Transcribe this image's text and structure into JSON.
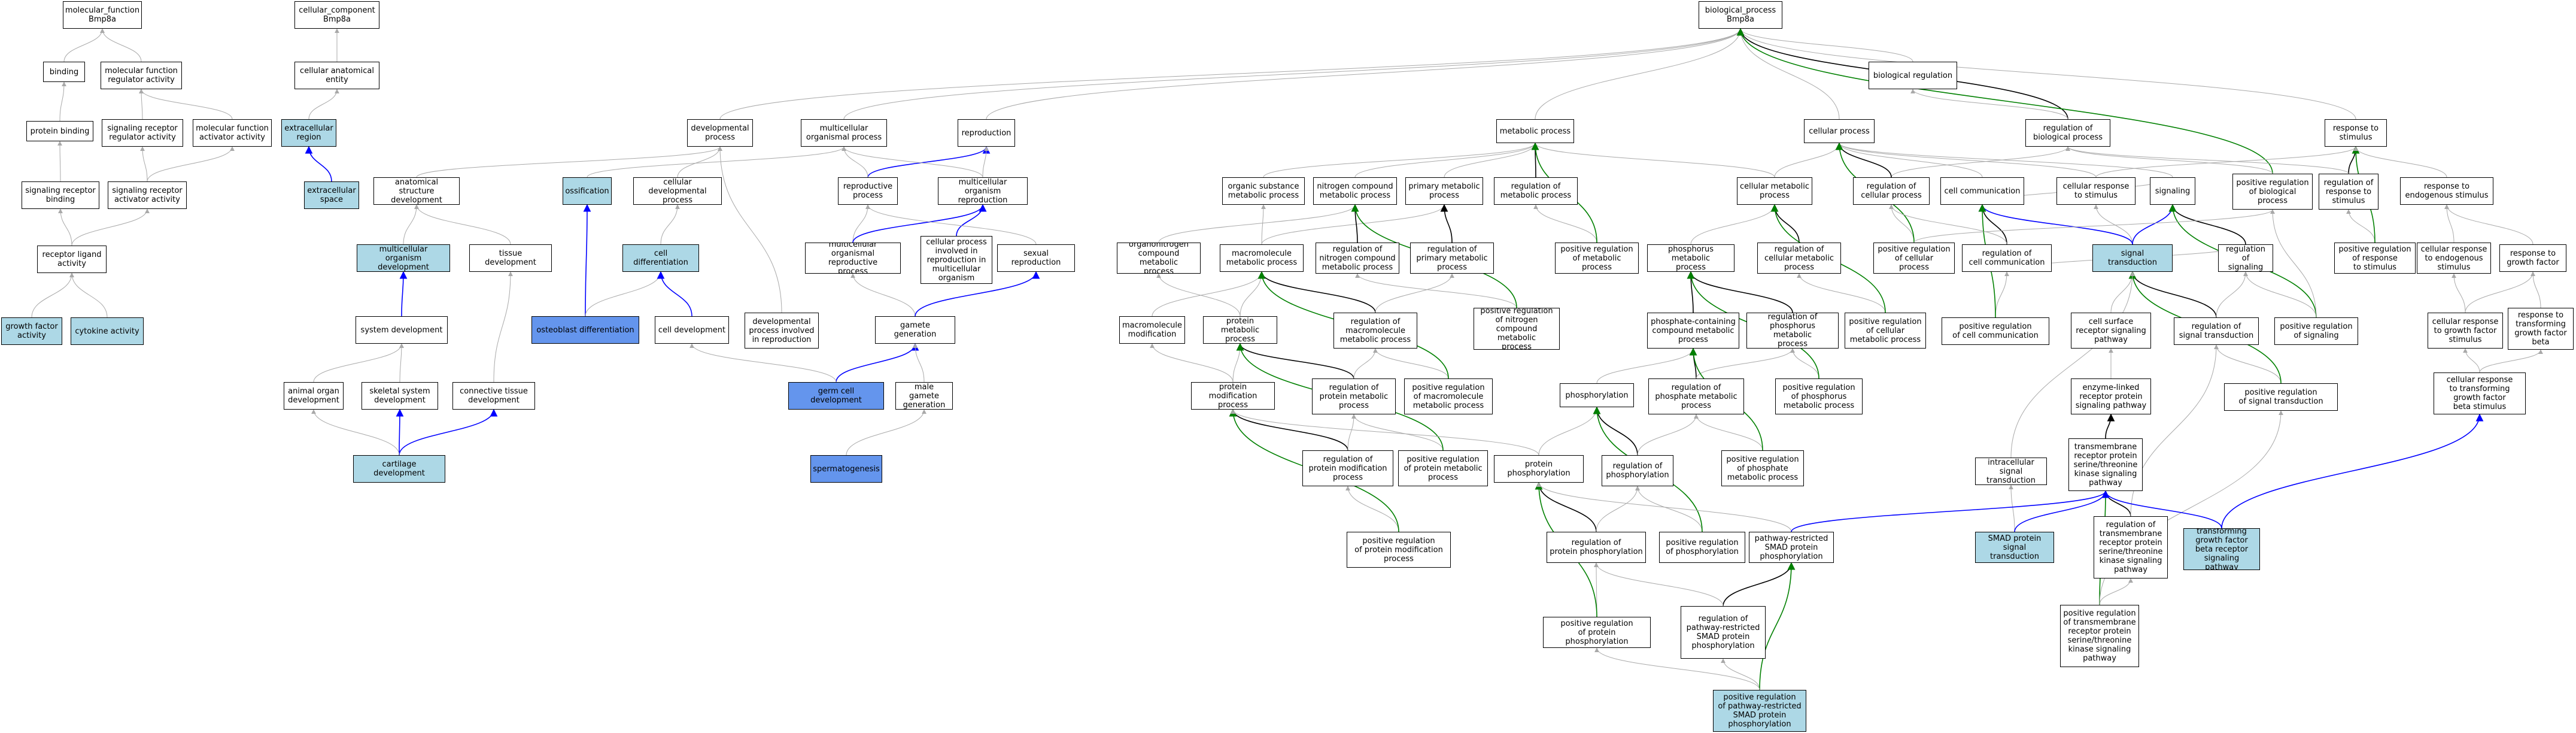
{
  "colors": {
    "default": "#ffffff",
    "light": "#add8e6",
    "dark": "#6495ed",
    "edge_black": "#000000",
    "edge_grey": "#a9a9a9",
    "edge_green": "#008000",
    "edge_blue": "#0000ff"
  },
  "nodes": {
    "mf_root": "molecular_function\nBmp8a",
    "binding": "binding",
    "mf_regulator": "molecular function\nregulator activity",
    "protein_binding": "protein binding",
    "sig_rec_reg": "signaling receptor\nregulator activity",
    "mf_activator": "molecular function\nactivator activity",
    "sig_rec_binding": "signaling receptor\nbinding",
    "sig_rec_activator": "signaling receptor\nactivator activity",
    "receptor_ligand": "receptor ligand\nactivity",
    "growth_factor": "growth factor\nactivity",
    "cytokine": "cytokine activity",
    "cc_root": "cellular_component\nBmp8a",
    "cc_anat": "cellular anatomical\nentity",
    "extracellular_region": "extracellular\nregion",
    "extracellular_space": "extracellular\nspace",
    "bp_root": "biological_process\nBmp8a",
    "developmental_process": "developmental\nprocess",
    "multicellular_organismal": "multicellular\norganismal process",
    "reproduction": "reproduction",
    "anat_struct_dev": "anatomical structure\ndevelopment",
    "ossification": "ossification",
    "cell_dev_process": "cellular developmental\nprocess",
    "reproductive_process": "reproductive\nprocess",
    "multicell_org_repro": "multicellular\norganism reproduction",
    "multicell_org_dev": "multicellular\norganism development",
    "tissue_dev": "tissue development",
    "cell_differentiation": "cell differentiation",
    "multicell_org_repro_process": "multicellular\norganismal reproductive\nprocess",
    "cell_process_repro": "cellular process\ninvolved in\nreproduction in\nmulticellular\norganism",
    "sexual_reproduction": "sexual reproduction",
    "system_dev": "system development",
    "osteoblast_diff": "osteoblast differentiation",
    "cell_development": "cell development",
    "dev_process_repro": "developmental\nprocess involved\nin reproduction",
    "gamete_generation": "gamete generation",
    "animal_organ_dev": "animal organ\ndevelopment",
    "skeletal_system_dev": "skeletal system\ndevelopment",
    "connective_tissue_dev": "connective tissue\ndevelopment",
    "germ_cell_dev": "germ cell development",
    "male_gamete": "male gamete\ngeneration",
    "cartilage_dev": "cartilage development",
    "spermatogenesis": "spermatogenesis",
    "metabolic_process": "metabolic process",
    "organic_substance": "organic substance\nmetabolic process",
    "nitrogen_compound": "nitrogen compound\nmetabolic process",
    "primary_metabolic": "primary metabolic\nprocess",
    "reg_metabolic": "regulation of\nmetabolic process",
    "organonitrogen": "organonitrogen\ncompound metabolic\nprocess",
    "macromolecule_metabolic": "macromolecule\nmetabolic process",
    "reg_nitrogen": "regulation of\nnitrogen compound\nmetabolic process",
    "reg_primary": "regulation of\nprimary metabolic\nprocess",
    "pos_reg_metabolic": "positive regulation\nof metabolic\nprocess",
    "pos_reg_nitrogen": "positive regulation\nof nitrogen\ncompound metabolic\nprocess",
    "macromolecule_mod": "macromolecule\nmodification",
    "protein_metabolic": "protein metabolic\nprocess",
    "reg_macromolecule": "regulation of\nmacromolecule\nmetabolic process",
    "protein_mod": "protein modification\nprocess",
    "reg_protein_metabolic": "regulation of\nprotein metabolic\nprocess",
    "pos_reg_macromolecule": "positive regulation\nof macromolecule\nmetabolic process",
    "reg_protein_mod": "regulation of\nprotein modification\nprocess",
    "pos_reg_protein_metabolic": "positive regulation\nof protein metabolic\nprocess",
    "pos_reg_protein_mod": "positive regulation\nof protein modification\nprocess",
    "protein_phos": "protein phosphorylation",
    "reg_protein_phos": "regulation of\nprotein phosphorylation",
    "pos_reg_protein_phos": "positive regulation\nof protein phosphorylation",
    "cellular_process": "cellular process",
    "cellular_metabolic": "cellular metabolic\nprocess",
    "phosphorus_metabolic": "phosphorus metabolic\nprocess",
    "reg_cellular_metabolic": "regulation of\ncellular metabolic\nprocess",
    "phosphate_containing": "phosphate-containing\ncompound metabolic\nprocess",
    "reg_phosphorus": "regulation of\nphosphorus metabolic\nprocess",
    "pos_reg_cellular_metabolic": "positive regulation\nof cellular\nmetabolic process",
    "phosphorylation": "phosphorylation",
    "reg_phosphate": "regulation of\nphosphate metabolic\nprocess",
    "pos_reg_phosphorus": "positive regulation\nof phosphorus\nmetabolic process",
    "reg_phosphorylation": "regulation of\nphosphorylation",
    "pos_reg_phosphate": "positive regulation\nof phosphate\nmetabolic process",
    "pos_reg_phosphorylation": "positive regulation\nof phosphorylation",
    "biological_regulation": "biological regulation",
    "reg_biological": "regulation of\nbiological process",
    "reg_cellular": "regulation of\ncellular process",
    "cell_communication": "cell communication",
    "cell_response_stimulus": "cellular response\nto stimulus",
    "signaling": "signaling",
    "pos_reg_cellular": "positive regulation\nof cellular\nprocess",
    "reg_cell_comm": "regulation of\ncell communication",
    "signal_transduction": "signal transduction",
    "reg_signaling": "regulation of\nsignaling",
    "pos_reg_cell_comm": "positive regulation\nof cell communication",
    "cell_surface_receptor": "cell surface\nreceptor signaling\npathway",
    "reg_signal_transduction": "regulation of\nsignal transduction",
    "pos_reg_signaling": "positive regulation\nof signaling",
    "enzyme_linked": "enzyme-linked\nreceptor protein\nsignaling pathway",
    "pos_reg_signal_transduction": "positive regulation\nof signal transduction",
    "tmem_serine": "transmembrane\nreceptor protein\nserine/threonine\nkinase signaling\npathway",
    "intracellular_signal": "intracellular\nsignal transduction",
    "smad_signal": "SMAD protein\nsignal transduction",
    "reg_tmem": "regulation of\ntransmembrane\nreceptor protein\nserine/threonine\nkinase signaling\npathway",
    "pathway_smad_phos": "pathway-restricted\nSMAD protein\nphosphorylation",
    "reg_pathway_smad": "regulation of\npathway-restricted\nSMAD protein\nphosphorylation",
    "pos_reg_tmem": "positive regulation\nof transmembrane\nreceptor protein\nserine/threonine\nkinase signaling\npathway",
    "pos_reg_pathway_smad": "positive regulation\nof pathway-restricted\nSMAD protein\nphosphorylation",
    "tgf_beta_pathway": "transforming\ngrowth factor\nbeta receptor\nsignaling pathway",
    "response_stimulus": "response to\nstimulus",
    "reg_response_stimulus": "regulation of\nresponse to\nstimulus",
    "pos_reg_biological": "positive regulation\nof biological\nprocess",
    "response_endogenous": "response to\nendogenous stimulus",
    "cell_response_endogenous": "cellular response\nto endogenous\nstimulus",
    "response_growth_factor": "response to\ngrowth factor",
    "pos_reg_response_stimulus": "positive regulation\nof response\nto stimulus",
    "cell_response_growth_factor": "cellular response\nto growth factor\nstimulus",
    "response_tgf_beta": "response to\ntransforming\ngrowth factor\nbeta",
    "cell_response_tgf_beta": "cellular response\nto transforming\ngrowth factor\nbeta stimulus"
  }
}
